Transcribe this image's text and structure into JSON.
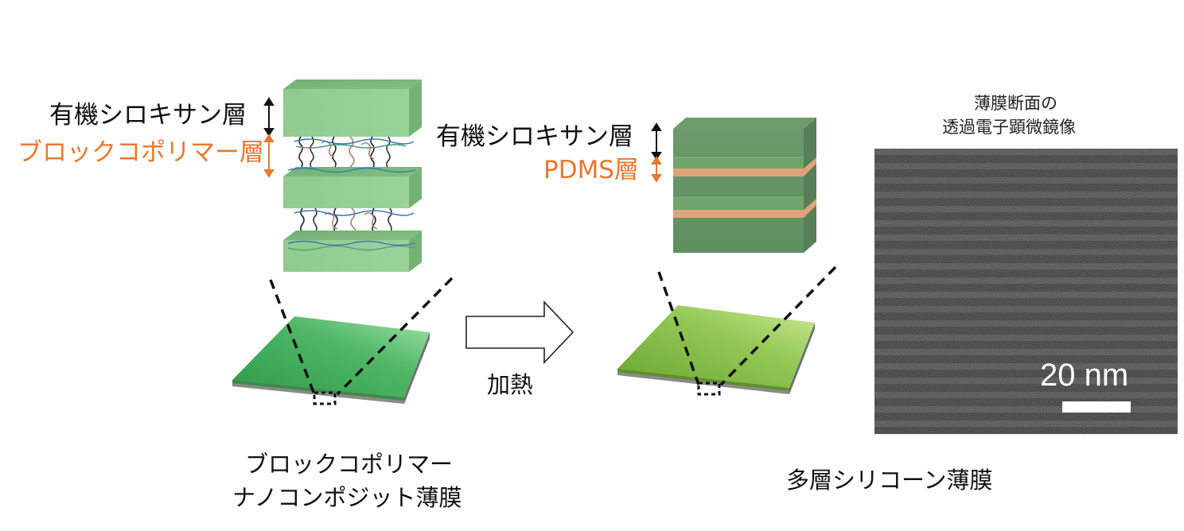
{
  "left": {
    "siloxane_label": "有機シロキサン層",
    "block_label": "ブロックコポリマー層",
    "caption_line1": "ブロックコポリマー",
    "caption_line2": "ナノコンポジット薄膜"
  },
  "process": {
    "label": "加熱"
  },
  "right": {
    "siloxane_label": "有機シロキサン層",
    "pdms_label": "PDMS層",
    "caption": "多層シリコーン薄膜"
  },
  "tem": {
    "title_line1": "薄膜断面の",
    "title_line2": "透過電子顕微鏡像",
    "scale_label": "20 nm"
  },
  "colors": {
    "orange": "#e8782e",
    "green_layer": "#7dbf7d",
    "dark_green": "#5e8f5e",
    "pdms": "#e0a27a"
  }
}
